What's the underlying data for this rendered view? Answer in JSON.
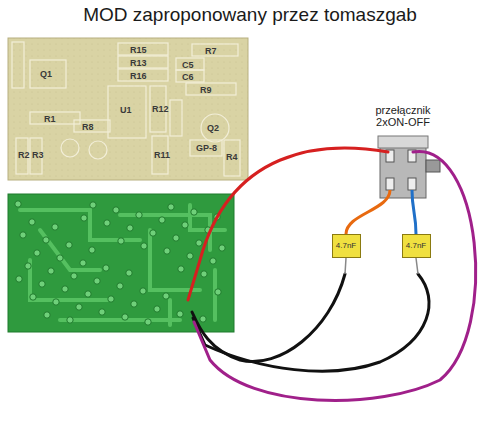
{
  "diagram": {
    "title": "MOD zaproponowany przez tomaszgab",
    "nodes": [
      {
        "text": [
          "przełącznik 2xON-OFF"
        ]
      },
      {
        "text": [
          "4.7nF"
        ]
      },
      {
        "text": [
          "4.7nF"
        ]
      }
    ],
    "edges": [
      {
        "from": 0,
        "to": 1,
        "arrow": "none"
      },
      {
        "from": 0,
        "to": 2,
        "arrow": "none"
      }
    ],
    "labels": [
      "R15",
      "R13",
      "R16",
      "R7",
      "C5",
      "C6",
      "R9",
      "R12",
      "Q1",
      "U1",
      "Q2",
      "R1",
      "R8",
      "R11",
      "R2",
      "R3",
      "R4",
      "GP-8"
    ]
  }
}
